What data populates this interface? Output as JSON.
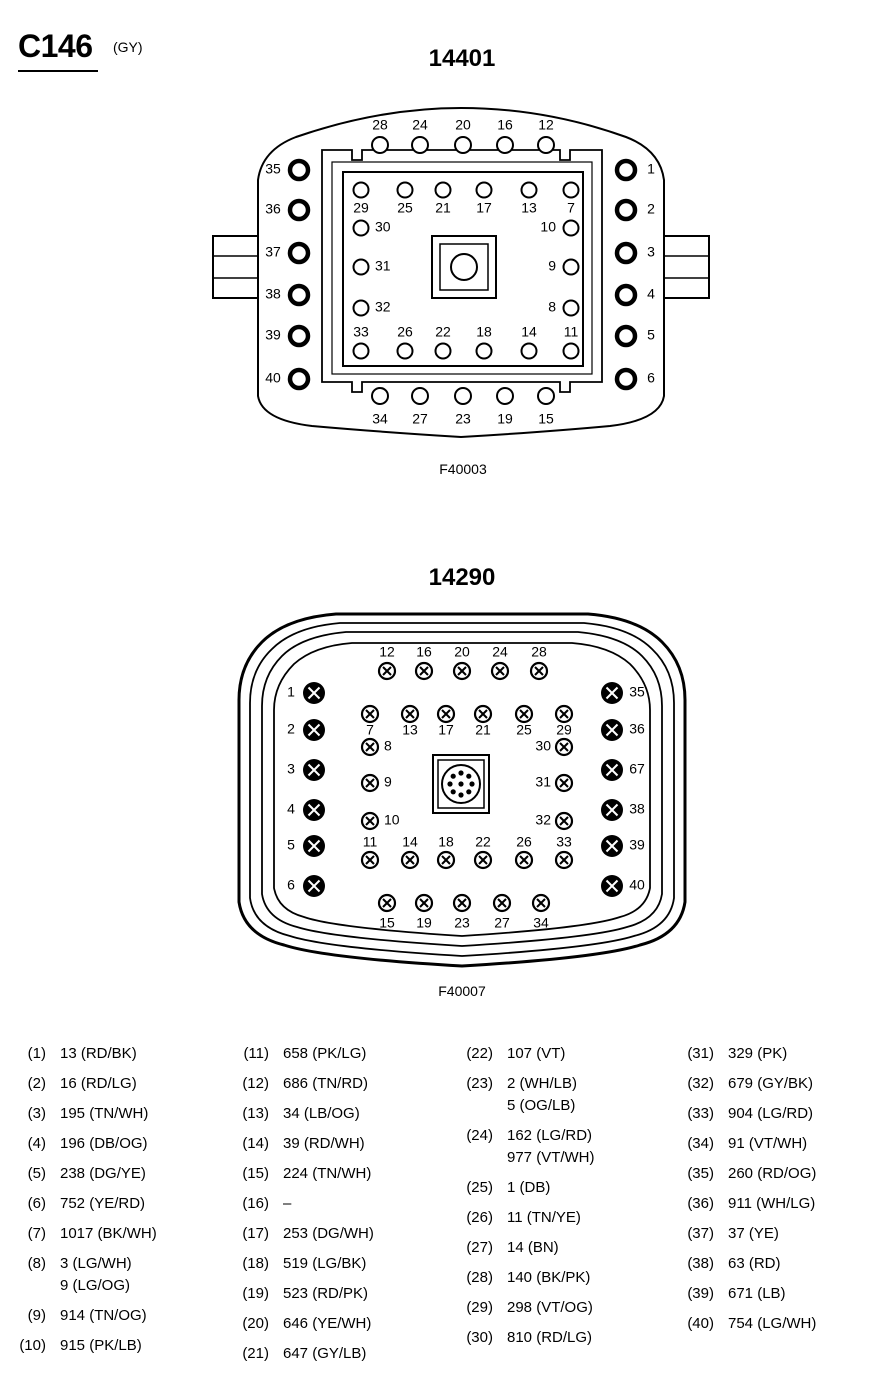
{
  "header": {
    "code": "C146",
    "color": "(GY)"
  },
  "connector_a": {
    "part": "14401",
    "figure": "F40003",
    "top": [
      "28",
      "24",
      "20",
      "16",
      "12"
    ],
    "bottom": [
      "34",
      "27",
      "23",
      "19",
      "15"
    ],
    "left": [
      "35",
      "36",
      "37",
      "38",
      "39",
      "40"
    ],
    "right": [
      "1",
      "2",
      "3",
      "4",
      "5",
      "6"
    ],
    "inner_top": [
      "29",
      "25",
      "21",
      "17",
      "13",
      "7"
    ],
    "inner_bottom": [
      "33",
      "26",
      "22",
      "18",
      "14",
      "11"
    ],
    "inner_left": [
      "30",
      "31",
      "32"
    ],
    "inner_right": [
      "10",
      "9",
      "8"
    ]
  },
  "connector_b": {
    "part": "14290",
    "figure": "F40007",
    "top": [
      "12",
      "16",
      "20",
      "24",
      "28"
    ],
    "bottom": [
      "15",
      "19",
      "23",
      "27",
      "34"
    ],
    "left": [
      "1",
      "2",
      "3",
      "4",
      "5",
      "6"
    ],
    "right": [
      "35",
      "36",
      "67",
      "38",
      "39",
      "40"
    ],
    "inner_top": [
      "7",
      "13",
      "17",
      "21",
      "25",
      "29"
    ],
    "inner_bottom": [
      "11",
      "14",
      "18",
      "22",
      "26",
      "33"
    ],
    "inner_left": [
      "8",
      "9",
      "10"
    ],
    "inner_right": [
      "30",
      "31",
      "32"
    ]
  },
  "legend": [
    [
      {
        "pin": "(1)",
        "vals": [
          "13 (RD/BK)"
        ]
      },
      {
        "pin": "(2)",
        "vals": [
          "16 (RD/LG)"
        ]
      },
      {
        "pin": "(3)",
        "vals": [
          "195 (TN/WH)"
        ]
      },
      {
        "pin": "(4)",
        "vals": [
          "196 (DB/OG)"
        ]
      },
      {
        "pin": "(5)",
        "vals": [
          "238 (DG/YE)"
        ]
      },
      {
        "pin": "(6)",
        "vals": [
          "752 (YE/RD)"
        ]
      },
      {
        "pin": "(7)",
        "vals": [
          "1017 (BK/WH)"
        ]
      },
      {
        "pin": "(8)",
        "vals": [
          "3 (LG/WH)",
          "9 (LG/OG)"
        ]
      },
      {
        "pin": "(9)",
        "vals": [
          "914 (TN/OG)"
        ]
      },
      {
        "pin": "(10)",
        "vals": [
          "915 (PK/LB)"
        ]
      }
    ],
    [
      {
        "pin": "(11)",
        "vals": [
          "658 (PK/LG)"
        ]
      },
      {
        "pin": "(12)",
        "vals": [
          "686 (TN/RD)"
        ]
      },
      {
        "pin": "(13)",
        "vals": [
          "34 (LB/OG)"
        ]
      },
      {
        "pin": "(14)",
        "vals": [
          "39 (RD/WH)"
        ]
      },
      {
        "pin": "(15)",
        "vals": [
          "224 (TN/WH)"
        ]
      },
      {
        "pin": "(16)",
        "vals": [
          "–"
        ]
      },
      {
        "pin": "(17)",
        "vals": [
          "253 (DG/WH)"
        ]
      },
      {
        "pin": "(18)",
        "vals": [
          "519 (LG/BK)"
        ]
      },
      {
        "pin": "(19)",
        "vals": [
          "523 (RD/PK)"
        ]
      },
      {
        "pin": "(20)",
        "vals": [
          "646 (YE/WH)"
        ]
      },
      {
        "pin": "(21)",
        "vals": [
          "647 (GY/LB)"
        ]
      }
    ],
    [
      {
        "pin": "(22)",
        "vals": [
          "107 (VT)"
        ]
      },
      {
        "pin": "(23)",
        "vals": [
          "2 (WH/LB)",
          "5 (OG/LB)"
        ]
      },
      {
        "pin": "(24)",
        "vals": [
          "162 (LG/RD)",
          "977 (VT/WH)"
        ]
      },
      {
        "pin": "(25)",
        "vals": [
          "1 (DB)"
        ]
      },
      {
        "pin": "(26)",
        "vals": [
          "11 (TN/YE)"
        ]
      },
      {
        "pin": "(27)",
        "vals": [
          "14 (BN)"
        ]
      },
      {
        "pin": "(28)",
        "vals": [
          "140 (BK/PK)"
        ]
      },
      {
        "pin": "(29)",
        "vals": [
          "298 (VT/OG)"
        ]
      },
      {
        "pin": "(30)",
        "vals": [
          "810 (RD/LG)"
        ]
      }
    ],
    [
      {
        "pin": "(31)",
        "vals": [
          "329 (PK)"
        ]
      },
      {
        "pin": "(32)",
        "vals": [
          "679 (GY/BK)"
        ]
      },
      {
        "pin": "(33)",
        "vals": [
          "904 (LG/RD)"
        ]
      },
      {
        "pin": "(34)",
        "vals": [
          "91 (VT/WH)"
        ]
      },
      {
        "pin": "(35)",
        "vals": [
          "260 (RD/OG)"
        ]
      },
      {
        "pin": "(36)",
        "vals": [
          "911 (WH/LG)"
        ]
      },
      {
        "pin": "(37)",
        "vals": [
          "37 (YE)"
        ]
      },
      {
        "pin": "(38)",
        "vals": [
          "63 (RD)"
        ]
      },
      {
        "pin": "(39)",
        "vals": [
          "671 (LB)"
        ]
      },
      {
        "pin": "(40)",
        "vals": [
          "754 (LG/WH)"
        ]
      }
    ]
  ]
}
